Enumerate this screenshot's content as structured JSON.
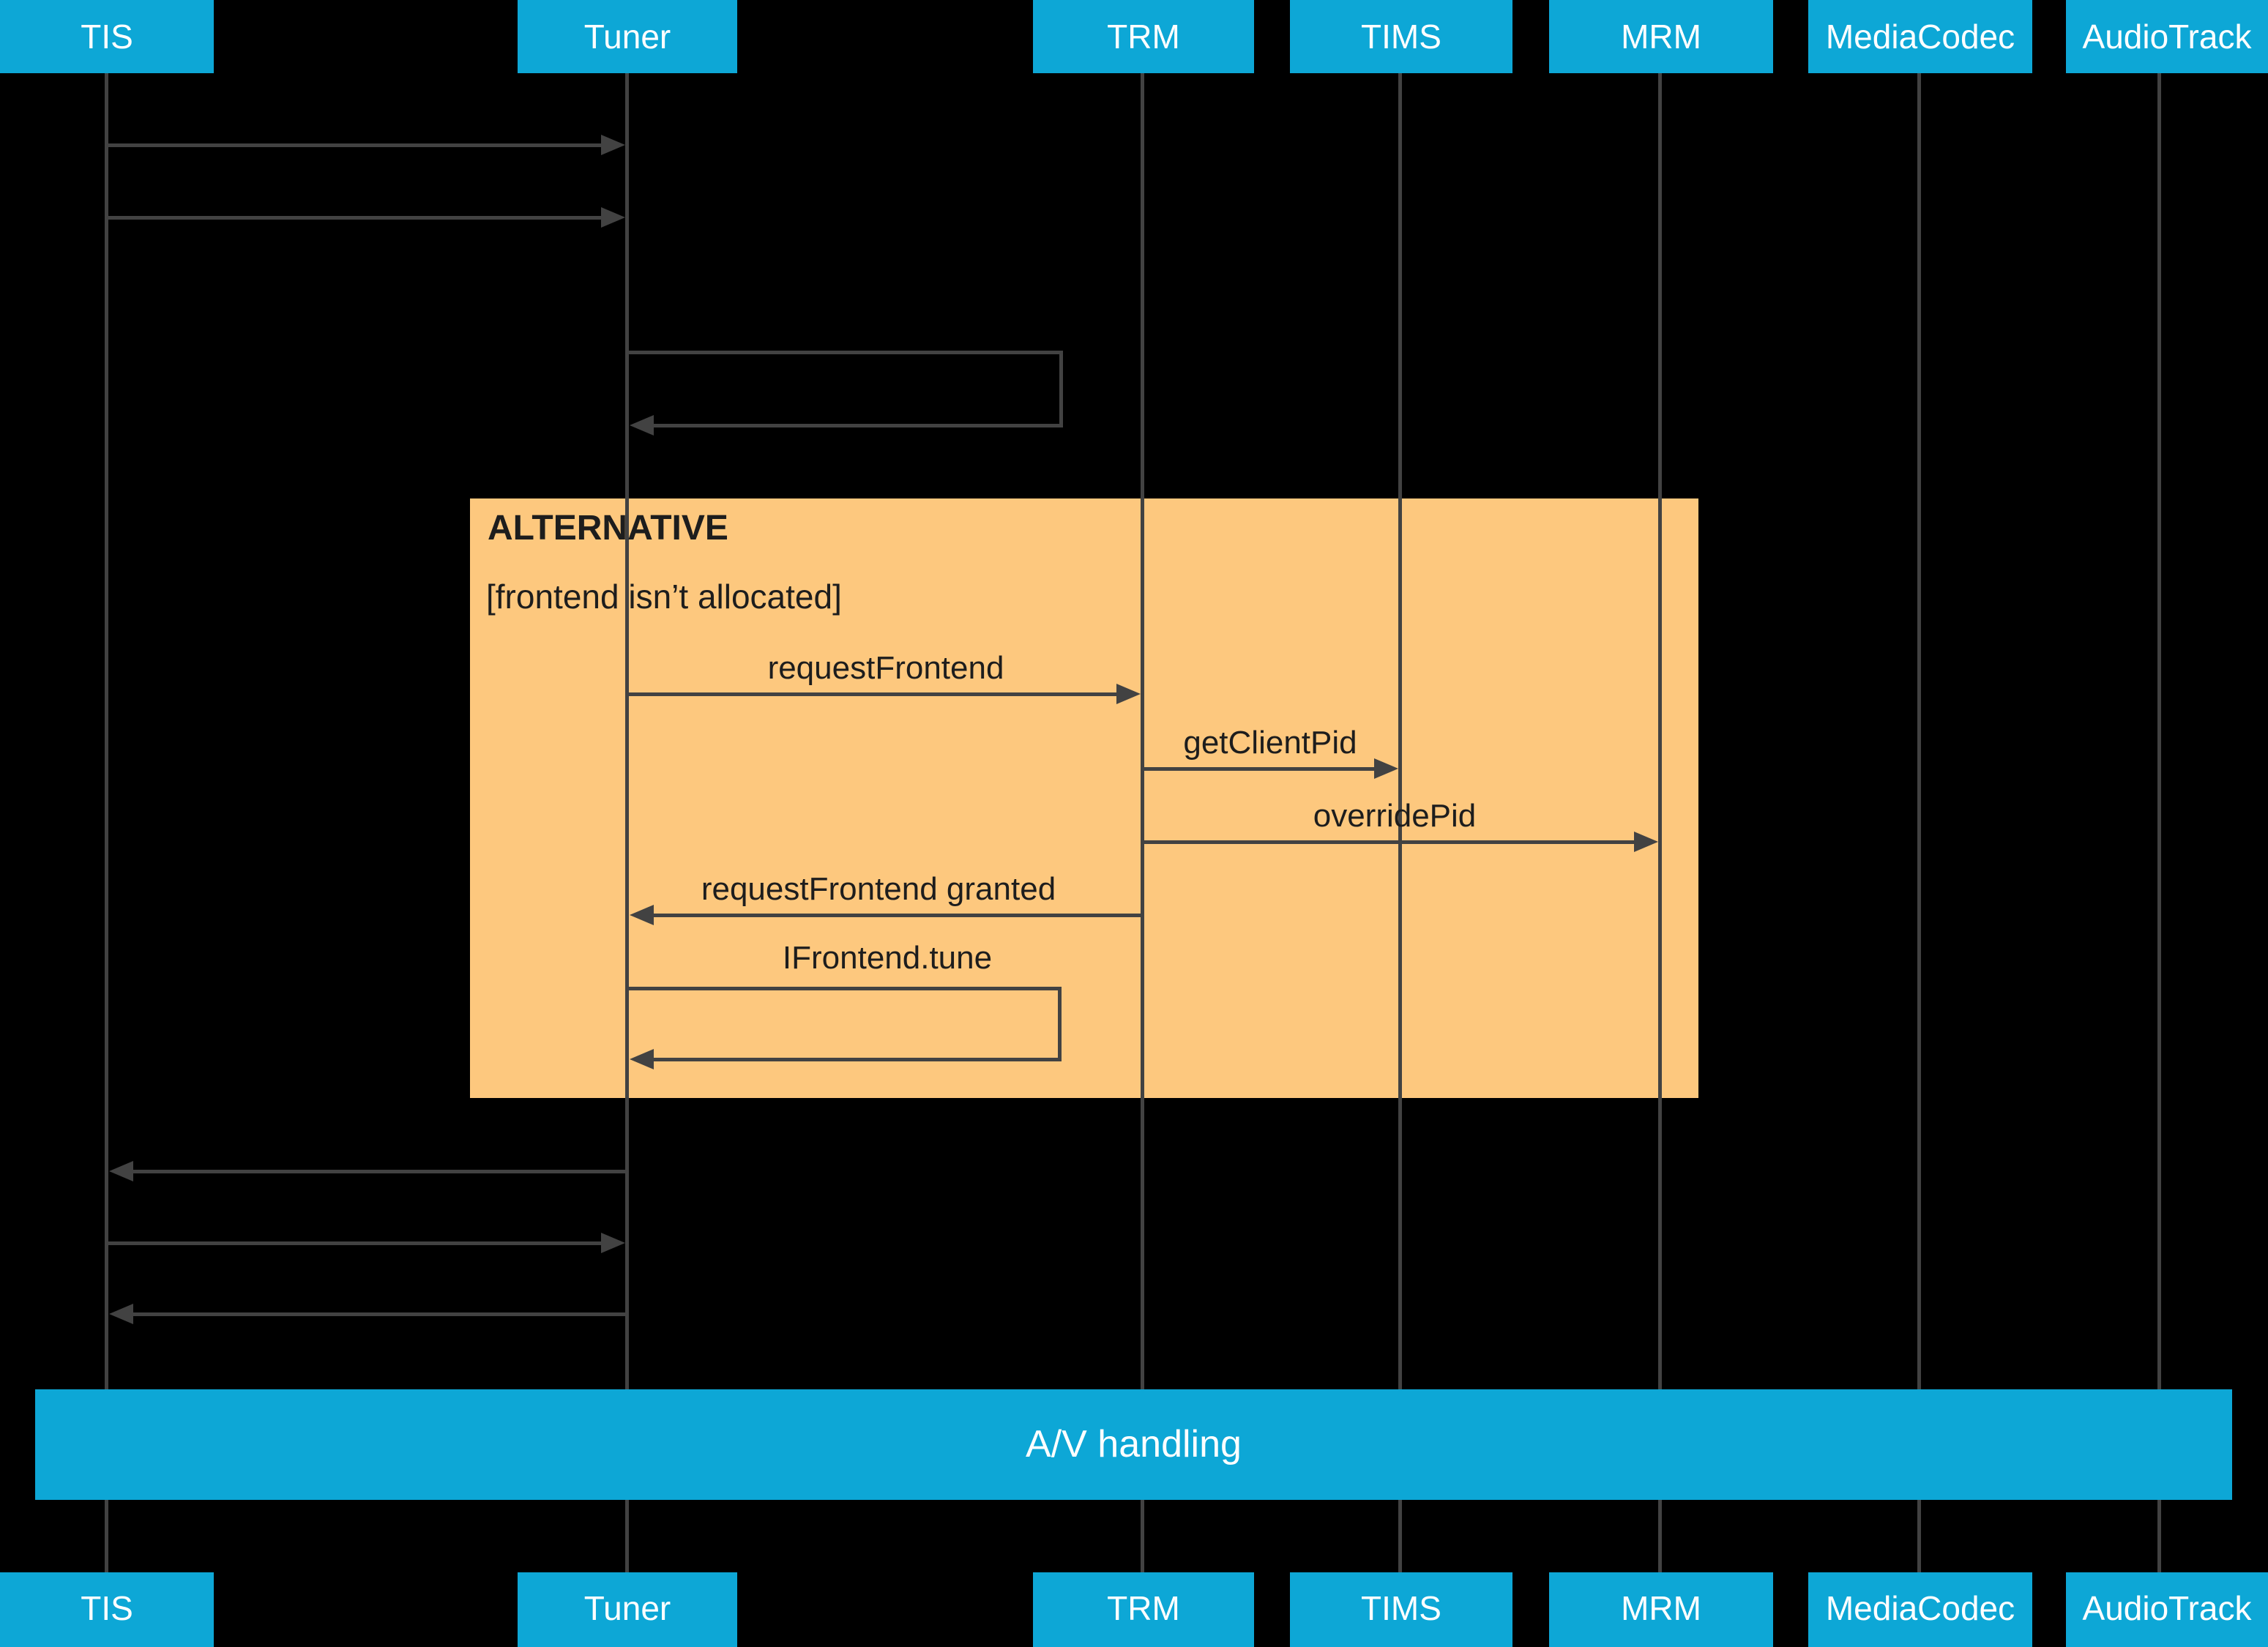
{
  "diagram_type": "uml-sequence",
  "actors": [
    {
      "id": "tis",
      "label": "TIS"
    },
    {
      "id": "tuner",
      "label": "Tuner"
    },
    {
      "id": "trm",
      "label": "TRM"
    },
    {
      "id": "tims",
      "label": "TIMS"
    },
    {
      "id": "mrm",
      "label": "MRM"
    },
    {
      "id": "mediacodec",
      "label": "MediaCodec"
    },
    {
      "id": "audiotrack",
      "label": "AudioTrack"
    }
  ],
  "alt_block": {
    "title": "ALTERNATIVE",
    "guard": "[frontend isn’t allocated]"
  },
  "messages": {
    "request_frontend": "requestFrontend",
    "get_client_pid": "getClientPid",
    "override_pid": "overridePid",
    "request_frontend_granted": "requestFrontend granted",
    "ifrontend_tune": "IFrontend.tune"
  },
  "unlabeled_arrows": [
    {
      "from": "TIS",
      "to": "Tuner",
      "label": ""
    },
    {
      "from": "TIS",
      "to": "Tuner",
      "label": ""
    },
    {
      "from": "Tuner",
      "to": "Tuner",
      "label": ""
    },
    {
      "from": "Tuner",
      "to": "TIS",
      "label": ""
    },
    {
      "from": "TIS",
      "to": "Tuner",
      "label": ""
    },
    {
      "from": "Tuner",
      "to": "TIS",
      "label": ""
    },
    {
      "from": "Tuner",
      "to": "Tuner",
      "label": ""
    }
  ],
  "band": {
    "label": "A/V handling"
  },
  "colors": {
    "accent_cyan": "#0da7d6",
    "alt_orange": "#fdc87e",
    "line_gray": "#424242",
    "background": "#000000",
    "label_text": "#1d1d1d",
    "actor_text": "#ffffff"
  }
}
